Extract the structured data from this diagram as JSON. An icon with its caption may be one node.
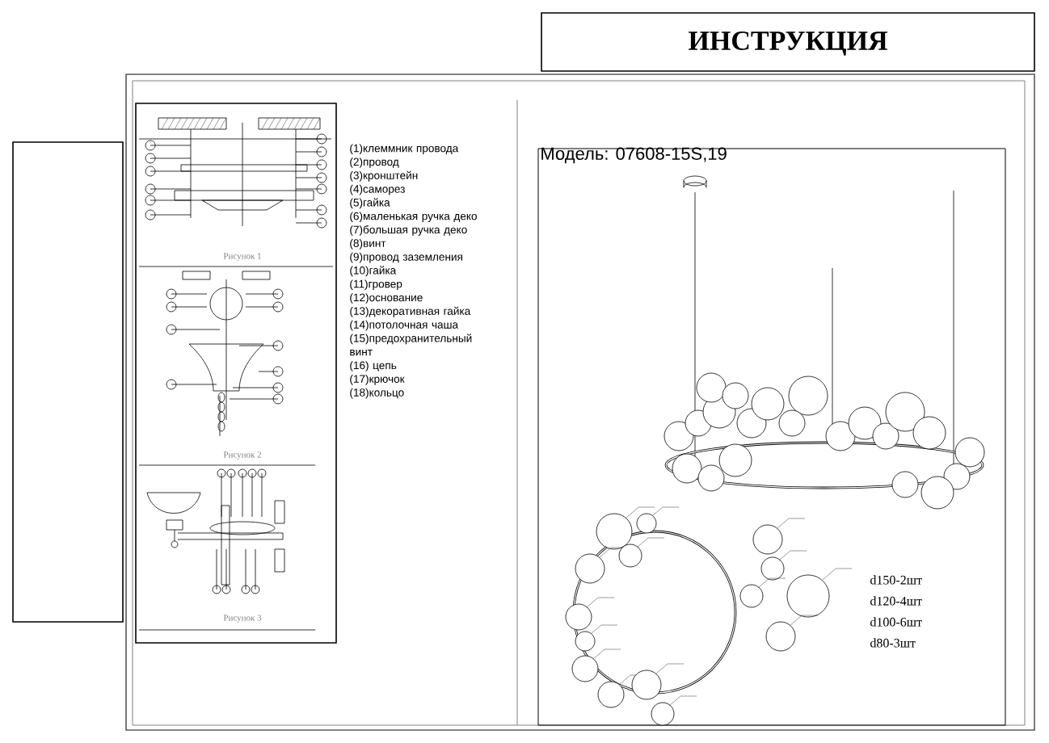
{
  "diagram": {
    "title": "ИНСТРУКЦИЯ",
    "nodes": [
      {
        "text": [],
        "shape": "box"
      }
    ],
    "labels": [
      "Рисунок 1",
      "Рисунок 2",
      "Рисунок 3",
      "(1)клеммник провода",
      "(2)провод",
      "(3)кронштейн",
      "(4)саморез",
      "(5)гайка",
      "(6)маленькая ручка деко",
      "(7)большая ручка деко",
      "(8)винт",
      "(9)провод заземления",
      "(10)гайка",
      "(11)гровер",
      "(12)основание",
      "(13)декоративная гайка",
      "(14)потолочная чаша",
      "(15)предохранительный винт",
      "(16) цепь",
      "(17)крючок",
      "(18)кольцо",
      "Модель: 07608-15S,19",
      "d150-2шт",
      "d120-4шт",
      "d100-6шт",
      "d80-3шт"
    ]
  }
}
